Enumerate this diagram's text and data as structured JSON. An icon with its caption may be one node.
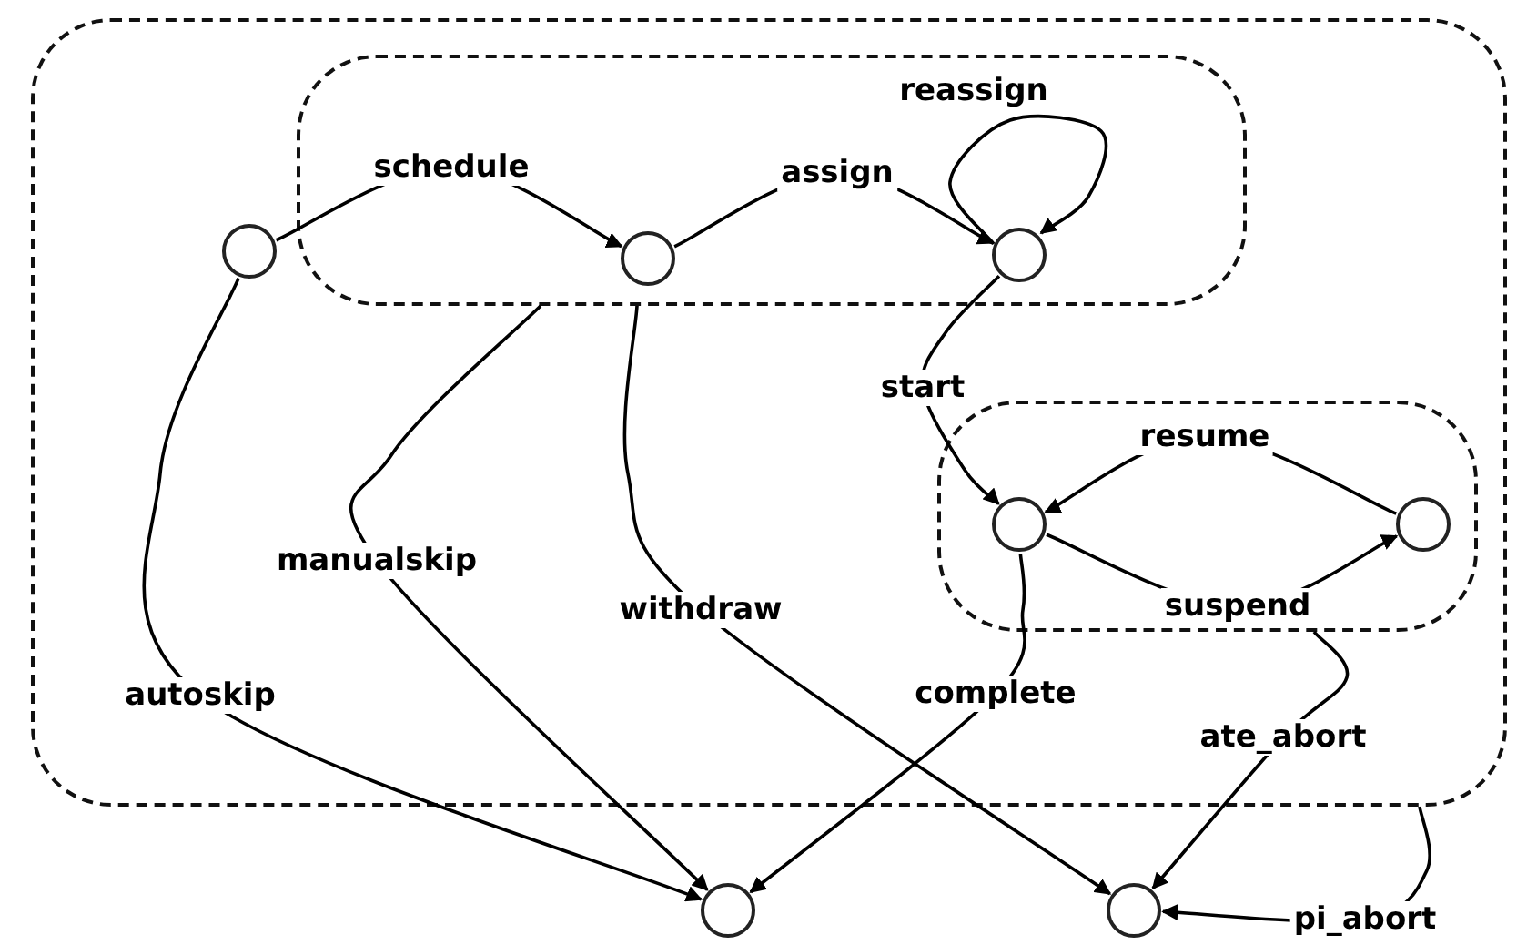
{
  "diagram": {
    "nodes": [
      {
        "text": [],
        "shape": "box"
      },
      {
        "text": [],
        "shape": "box",
        "in": 0
      },
      {
        "text": [],
        "shape": "box",
        "in": 0
      },
      {
        "text": [],
        "shape": "circle",
        "in": 0
      },
      {
        "text": [],
        "shape": "circle",
        "in": 1
      },
      {
        "text": [],
        "shape": "circle",
        "in": 1
      },
      {
        "text": [],
        "shape": "circle",
        "in": 2
      },
      {
        "text": [],
        "shape": "circle",
        "in": 2
      },
      {
        "text": [],
        "shape": "circle"
      },
      {
        "text": [],
        "shape": "circle"
      }
    ],
    "edges": [
      {
        "from": 3,
        "to": 4,
        "arrow": "to",
        "label": "schedule"
      },
      {
        "from": 4,
        "to": 5,
        "arrow": "to",
        "label": "assign"
      },
      {
        "from": 5,
        "to": 5,
        "arrow": "to",
        "label": "reassign"
      },
      {
        "from": 5,
        "to": 6,
        "arrow": "to",
        "label": "start"
      },
      {
        "from": 7,
        "to": 6,
        "arrow": "to",
        "label": "resume"
      },
      {
        "from": 6,
        "to": 7,
        "arrow": "to",
        "label": "suspend"
      },
      {
        "from": 6,
        "to": 8,
        "arrow": "to",
        "label": "complete"
      },
      {
        "from": 3,
        "to": 8,
        "arrow": "to",
        "label": "autoskip"
      },
      {
        "from": 1,
        "to": 8,
        "arrow": "to",
        "label": "manualskip"
      },
      {
        "from": 1,
        "to": 9,
        "arrow": "to",
        "label": "withdraw"
      },
      {
        "from": 2,
        "to": 9,
        "arrow": "to",
        "label": "ate_abort"
      },
      {
        "from": 0,
        "to": 9,
        "arrow": "to",
        "label": "pi_abort"
      }
    ]
  }
}
